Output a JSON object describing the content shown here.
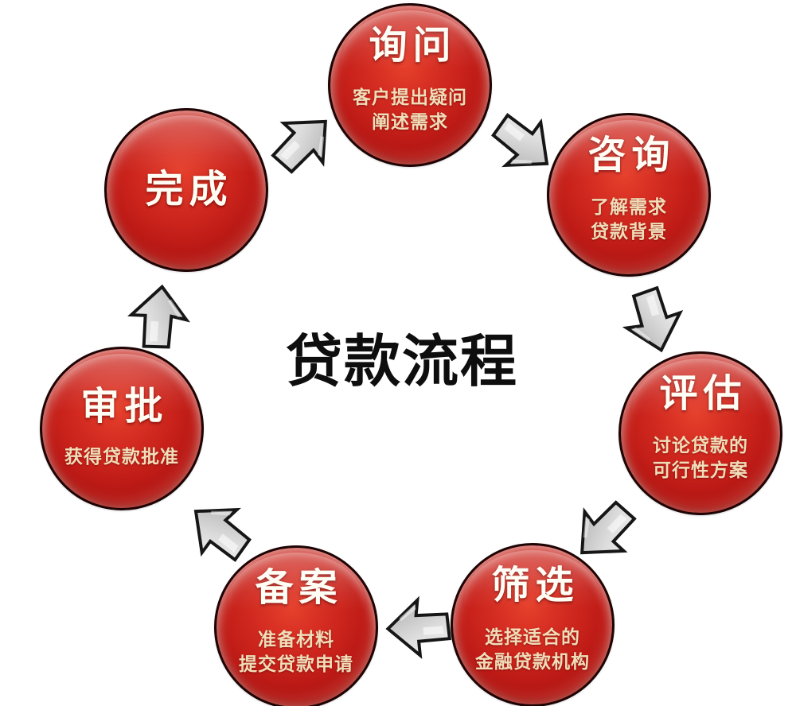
{
  "diagram": {
    "center_title": "贷款流程",
    "steps": [
      {
        "key": "inquiry",
        "title": "询问",
        "lines": [
          "客户提出疑问",
          "阐述需求"
        ]
      },
      {
        "key": "consult",
        "title": "咨询",
        "lines": [
          "了解需求",
          "贷款背景"
        ]
      },
      {
        "key": "evaluate",
        "title": "评估",
        "lines": [
          "讨论贷款的",
          "可行性方案"
        ]
      },
      {
        "key": "screen",
        "title": "筛选",
        "lines": [
          "选择适合的",
          "金融贷款机构"
        ]
      },
      {
        "key": "record",
        "title": "备案",
        "lines": [
          "准备材料",
          "提交贷款申请"
        ]
      },
      {
        "key": "approve",
        "title": "审批",
        "lines": [
          "获得贷款批准"
        ]
      },
      {
        "key": "complete",
        "title": "完成",
        "lines": []
      }
    ],
    "flow_order": [
      "询问",
      "咨询",
      "评估",
      "筛选",
      "备案",
      "审批",
      "完成"
    ],
    "colors": {
      "circle_red": "#c01c17",
      "circle_red_dark": "#7f0a0a",
      "circle_outline": "#1e0404",
      "step_title_text": "#fffdf3",
      "step_subtitle_text": "#efdeb9",
      "center_title_text": "#0e0e0e",
      "arrow_fill": "#d6d6d6",
      "arrow_outline": "#161616",
      "background": "#ffffff"
    }
  }
}
